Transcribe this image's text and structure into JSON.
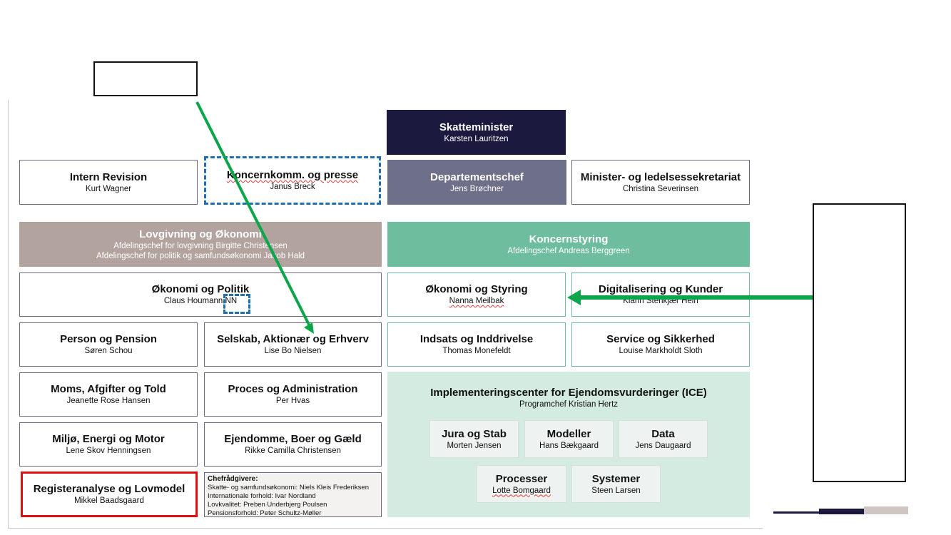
{
  "colors": {
    "dark_navy": "#1b1a3e",
    "grey": "#6e6f88",
    "brown": "#b3a39f",
    "teal": "#6dbd9e",
    "ice_bg": "#d3ebe1",
    "arrow_green": "#0ca64a",
    "dashed_blue": "#1f6db5",
    "highlight_red": "#e01010"
  },
  "minister": {
    "title": "Skatteminister",
    "name": "Karsten Lauritzen"
  },
  "row1": [
    {
      "title": "Intern Revision",
      "name": "Kurt Wagner"
    },
    {
      "title": "Koncernkomm. og presse",
      "name": "Janus Breck"
    },
    {
      "title": "Departementschef",
      "name": "Jens Brøchner"
    },
    {
      "title": "Minister- og ledelsessekretariat",
      "name": "Christina Severinsen"
    }
  ],
  "lovgivning": {
    "title": "Lovgivning og Økonomi",
    "line1": "Afdelingschef for lovgivning Birgitte Christensen",
    "line2": "Afdelingschef for politik og samfundsøkonomi Jakob Hald"
  },
  "koncernstyring": {
    "title": "Koncernstyring",
    "line1": "Afdelingschef Andreas Berggreen"
  },
  "oekonomi_politik": {
    "title": "Økonomi og Politik",
    "name": "Claus Houmann",
    "nn": "NN"
  },
  "left_units": [
    {
      "title": "Person og Pension",
      "name": "Søren Schou"
    },
    {
      "title": "Selskab, Aktionær og Erhverv",
      "name": "Lise Bo Nielsen"
    },
    {
      "title": "Moms, Afgifter og Told",
      "name": "Jeanette Rose Hansen"
    },
    {
      "title": "Proces og Administration",
      "name": "Per Hvas"
    },
    {
      "title": "Miljø, Energi og Motor",
      "name": "Lene Skov Henningsen"
    },
    {
      "title": "Ejendomme, Boer og Gæld",
      "name": "Rikke Camilla Christensen"
    },
    {
      "title": "Registeranalyse og Lovmodel",
      "name": "Mikkel Baadsgaard"
    }
  ],
  "advisors": {
    "title": "Chefrådgivere:",
    "lines": [
      "Skatte- og samfundsøkonomi: Niels Kleis Frederiksen",
      "Internationale forhold: Ivar Nordland",
      "Lovkvalitet: Preben Underbjerg Poulsen",
      "Pensionsforhold: Peter Schultz-Møller"
    ]
  },
  "right_units": [
    {
      "title": "Økonomi og Styring",
      "name": "Nanna Meilbak"
    },
    {
      "title": "Digitalisering og Kunder",
      "name": "Kiann Stenkjær Hein"
    },
    {
      "title": "Indsats og Inddrivelse",
      "name": "Thomas Monefeldt"
    },
    {
      "title": "Service og Sikkerhed",
      "name": "Louise Markholdt Sloth"
    }
  ],
  "ice": {
    "title": "Implementeringscenter for Ejendomsvurderinger (ICE)",
    "subtitle": "Programchef Kristian Hertz",
    "units": [
      {
        "title": "Jura og Stab",
        "name": "Morten Jensen"
      },
      {
        "title": "Modeller",
        "name": "Hans Bækgaard"
      },
      {
        "title": "Data",
        "name": "Jens Daugaard"
      },
      {
        "title": "Processer",
        "name": "Lotte Bomgaard"
      },
      {
        "title": "Systemer",
        "name": "Steen Larsen"
      }
    ]
  }
}
